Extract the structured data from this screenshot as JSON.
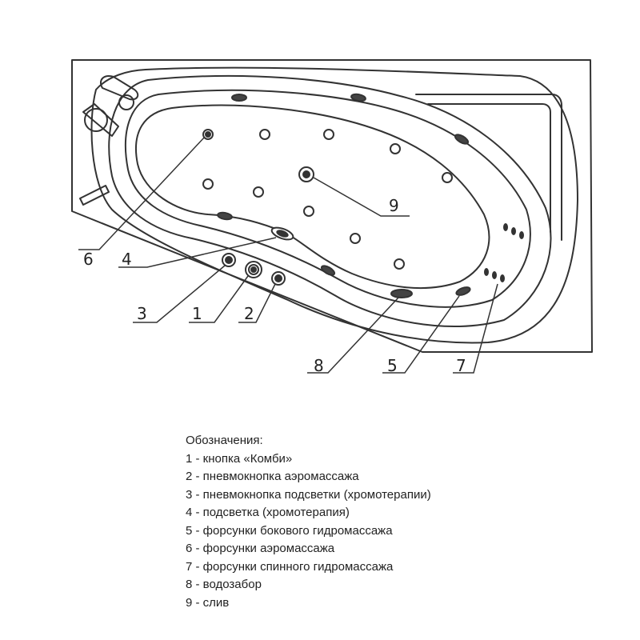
{
  "callouts": {
    "n1": "1",
    "n2": "2",
    "n3": "3",
    "n4": "4",
    "n5": "5",
    "n6": "6",
    "n7": "7",
    "n8": "8",
    "n9": "9"
  },
  "legend": {
    "title": "Обозначения:",
    "items": [
      "1 - кнопка «Комби»",
      "2 - пневмокнопка аэромассажа",
      "3 - пневмокнопка подсветки (хромотерапии)",
      "4 - подсветка (хромотерапия)",
      "5 - форсунки бокового гидромассажа",
      "6 - форсунки аэромассажа",
      "7 - форсунки спинного гидромассажа",
      "8 - водозабор",
      "9 - слив"
    ]
  }
}
